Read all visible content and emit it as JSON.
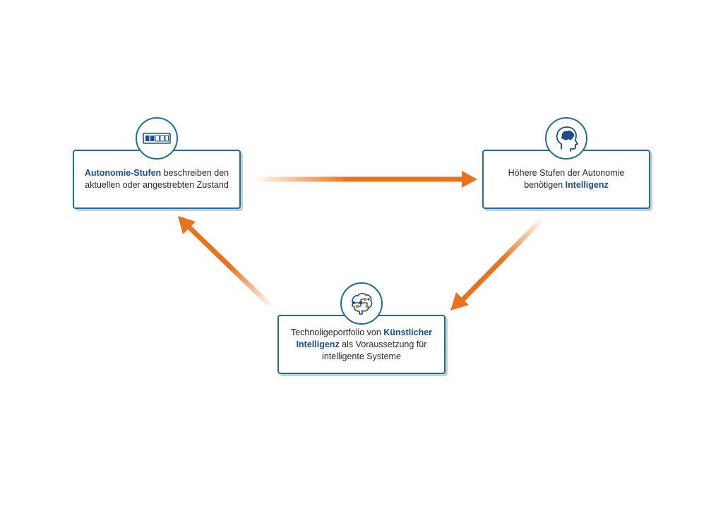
{
  "cards": {
    "autonomy_levels": {
      "highlight": "Autonomie-Stufen",
      "line1_rest": " beschreiben den",
      "line2": "aktuellen oder angestrebten Zustand"
    },
    "intelligence_needed": {
      "line1": "Höhere Stufen der Autonomie",
      "line2_prefix": "benötigen ",
      "highlight": "Intelligenz"
    },
    "ai_portfolio": {
      "line1_prefix": "Technoligeportfolio von ",
      "highlight1": "Künstlicher",
      "highlight2": "Intelligenz",
      "line2_rest": " als Voraussetzung für",
      "line3": "intelligente Systeme"
    }
  },
  "icons": {
    "card1": "battery-level-icon",
    "card2": "brain-head-icon",
    "card3": "circuit-brain-icon"
  },
  "colors": {
    "card_border": "#1f6f99",
    "highlight_text": "#1a4f8c",
    "arrow": "#e8731f",
    "icon_fill": "#1a4f8c",
    "icon_accent": "#e8731f"
  }
}
